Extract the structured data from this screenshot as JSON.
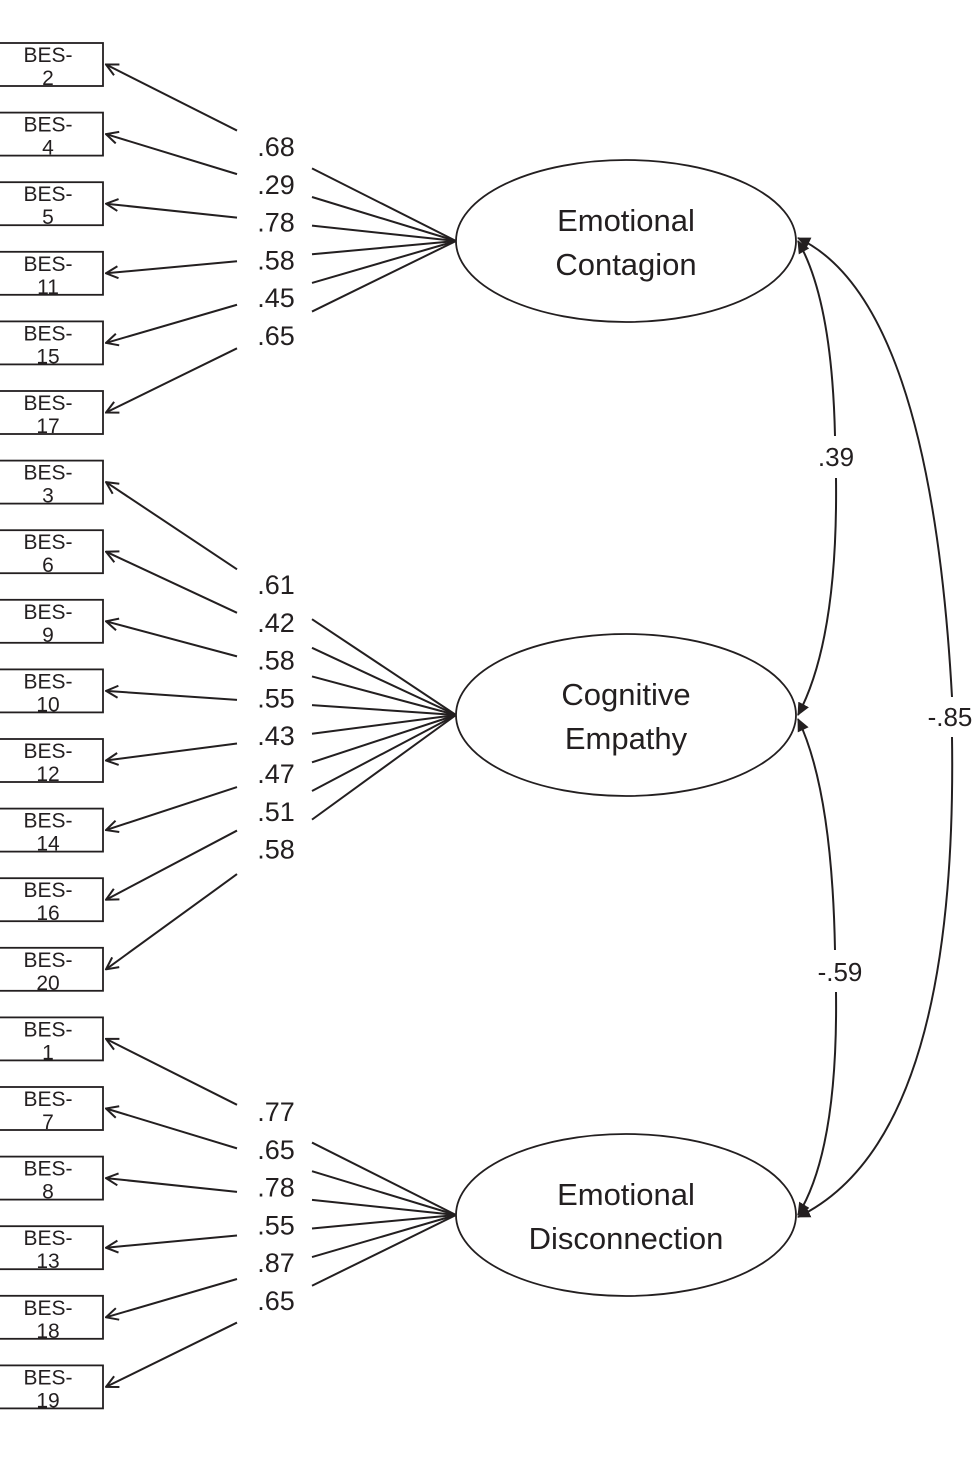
{
  "diagram": {
    "type": "confirmatory factor analysis path diagram",
    "factors": [
      {
        "id": "ec",
        "line1": "Emotional",
        "line2": "Contagion",
        "indicators": [
          {
            "prefix": "BES-",
            "num": "2",
            "loading": ".68"
          },
          {
            "prefix": "BES-",
            "num": "4",
            "loading": ".29"
          },
          {
            "prefix": "BES-",
            "num": "5",
            "loading": ".78"
          },
          {
            "prefix": "BES-",
            "num": "11",
            "loading": ".58"
          },
          {
            "prefix": "BES-",
            "num": "15",
            "loading": ".45"
          },
          {
            "prefix": "BES-",
            "num": "17",
            "loading": ".65"
          }
        ]
      },
      {
        "id": "ce",
        "line1": "Cognitive",
        "line2": "Empathy",
        "indicators": [
          {
            "prefix": "BES-",
            "num": "3",
            "loading": ".61"
          },
          {
            "prefix": "BES-",
            "num": "6",
            "loading": ".42"
          },
          {
            "prefix": "BES-",
            "num": "9",
            "loading": ".58"
          },
          {
            "prefix": "BES-",
            "num": "10",
            "loading": ".55"
          },
          {
            "prefix": "BES-",
            "num": "12",
            "loading": ".43"
          },
          {
            "prefix": "BES-",
            "num": "14",
            "loading": ".47"
          },
          {
            "prefix": "BES-",
            "num": "16",
            "loading": ".51"
          },
          {
            "prefix": "BES-",
            "num": "20",
            "loading": ".58"
          }
        ]
      },
      {
        "id": "ed",
        "line1": "Emotional",
        "line2": "Disconnection",
        "indicators": [
          {
            "prefix": "BES-",
            "num": "1",
            "loading": ".77"
          },
          {
            "prefix": "BES-",
            "num": "7",
            "loading": ".65"
          },
          {
            "prefix": "BES-",
            "num": "8",
            "loading": ".78"
          },
          {
            "prefix": "BES-",
            "num": "13",
            "loading": ".55"
          },
          {
            "prefix": "BES-",
            "num": "18",
            "loading": ".87"
          },
          {
            "prefix": "BES-",
            "num": "19",
            "loading": ".65"
          }
        ]
      }
    ],
    "correlations": [
      {
        "from": "ec",
        "to": "ce",
        "value": ".39"
      },
      {
        "from": "ce",
        "to": "ed",
        "value": "-.59"
      },
      {
        "from": "ec",
        "to": "ed",
        "value": "-.85"
      }
    ]
  }
}
